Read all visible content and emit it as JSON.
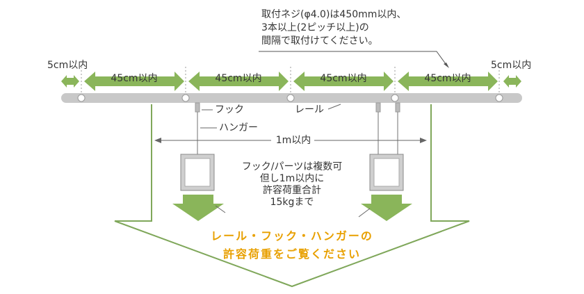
{
  "install_note": {
    "line1": "取付ネジ(φ4.0)は450mm以内、",
    "line2": "3本以上(2ピッチ以上)の",
    "line3": "間隔で取付けてください。"
  },
  "edge_left_label": "5cm以内",
  "edge_right_label": "5cm以内",
  "spacing_labels": [
    "45cm以内",
    "45cm以内",
    "45cm以内",
    "45cm以内"
  ],
  "hook_label": "フック",
  "rail_label": "レール",
  "hanger_label": "ハンガー",
  "span_label": "1m以内",
  "load_note": {
    "line1": "フック/パーツは複数可",
    "line2": "但し1m以内に",
    "line3": "許容荷重合計",
    "line4": "15kgまで"
  },
  "warning": {
    "line1": "レール・フック・ハンガーの",
    "line2": "許容荷重をご覧ください"
  },
  "colors": {
    "arrow_green": "#8ab55a",
    "outline_green": "#7fa75a",
    "rail_gray": "#c8c8c8",
    "warning_orange": "#e8a000"
  }
}
